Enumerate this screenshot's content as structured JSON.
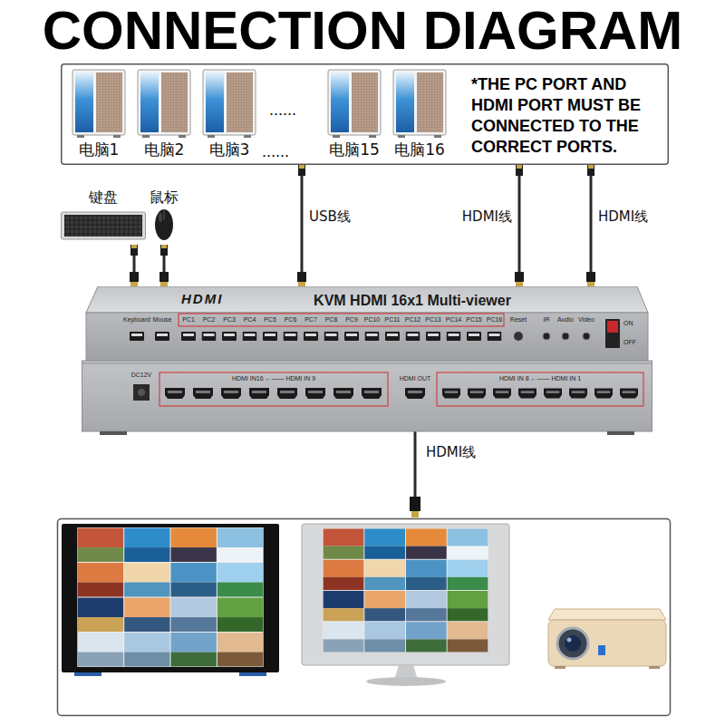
{
  "diagram": {
    "title": "CONNECTION DIAGRAM",
    "nodes": [
      {
        "text": [
          "*THE PC PORT AND HDMI PORT MUST BE CONNECTED TO THE CORRECT PORTS."
        ]
      },
      {
        "text": [
          "电脑1"
        ],
        "in": 0
      },
      {
        "text": [
          "电脑2"
        ],
        "in": 0
      },
      {
        "text": [
          "电脑3"
        ],
        "in": 0
      },
      {
        "text": [
          "电脑15"
        ],
        "in": 0
      },
      {
        "text": [
          "电脑16"
        ],
        "in": 0
      },
      {
        "text": [
          "键盘"
        ]
      },
      {
        "text": [
          "鼠标"
        ]
      },
      {
        "text": [
          "KVM HDMI 16x1 Multi-viewer"
        ]
      }
    ],
    "edges": [
      {
        "from": 6,
        "to": 8,
        "arrow": "none"
      },
      {
        "from": 7,
        "to": 8,
        "arrow": "none"
      },
      {
        "from": 0,
        "to": 8,
        "label": "USB线",
        "arrow": "none"
      },
      {
        "from": 0,
        "to": 8,
        "label": "HDMI线",
        "arrow": "none"
      },
      {
        "from": 0,
        "to": 8,
        "label": "HDMI线",
        "arrow": "none"
      }
    ],
    "labels": [
      "......",
      "......",
      "HDMI",
      "Keyboard",
      "Mouse",
      "PC1",
      "PC2",
      "PC3",
      "PC4",
      "PC5",
      "PC6",
      "PC7",
      "PC8",
      "PC9",
      "PC10",
      "PC11",
      "PC12",
      "PC13",
      "PC14",
      "PC15",
      "PC16",
      "Reset",
      "IR",
      "Audio",
      "Video",
      "ON",
      "OFF",
      "DC12V",
      "HDMI IN16 ←—— HDMI IN 9",
      "HDMI OUT",
      "HDMI IN 8 ←—— HDMI IN 1",
      "HDMI线"
    ]
  }
}
